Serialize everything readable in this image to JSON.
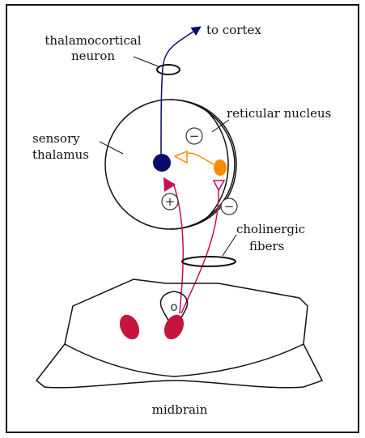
{
  "labels": {
    "thalamocortical_line1": "thalamocortical",
    "thalamocortical_line2": "neuron",
    "to_cortex": "to cortex",
    "reticular_nucleus": "reticular nucleus",
    "sensory_line1": "sensory",
    "sensory_line2": "thalamus",
    "cholinergic_line1": "cholinergic",
    "cholinergic_line2": "fibers",
    "midbrain": "midbrain"
  },
  "symbols": {
    "minus_top": "−",
    "minus_right": "−",
    "plus": "+",
    "ventricle": "o"
  },
  "colors": {
    "thalamocortical_neuron": "#0a0a6b",
    "reticular_neuron": "#ff8c00",
    "cholinergic_fibers": "#cc0b55",
    "midbrain_nuclei": "#c7143f",
    "outline": "#111111"
  }
}
